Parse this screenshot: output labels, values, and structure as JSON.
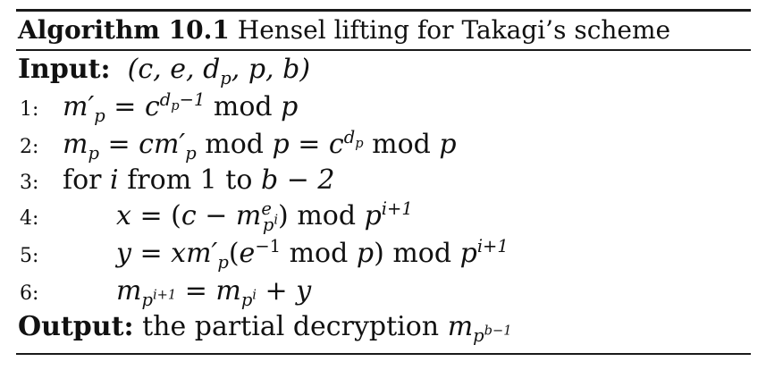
{
  "algorithm": {
    "label": "Algorithm 10.1",
    "title": "Hensel lifting for Takagi’s scheme",
    "input_label": "Input:",
    "input_args": "(c, e, dp, p, b)",
    "steps": [
      {
        "number": "1:",
        "text": "m′p = c^(dp−1) mod p"
      },
      {
        "number": "2:",
        "text": "mp = cm′p mod p = c^dp mod p"
      },
      {
        "number": "3:",
        "text": "for i from 1 to b − 2"
      },
      {
        "number": "4:",
        "text": "x = (c − m^e_(p^i)) mod p^(i+1)"
      },
      {
        "number": "5:",
        "text": "y = xm′p(e^−1 mod p) mod p^(i+1)"
      },
      {
        "number": "6:",
        "text": "m_(p^(i+1)) = m_(p^i) + y"
      }
    ],
    "output_label": "Output:",
    "output_text": "the partial decryption",
    "output_value": "m_(p^(b−1))"
  }
}
